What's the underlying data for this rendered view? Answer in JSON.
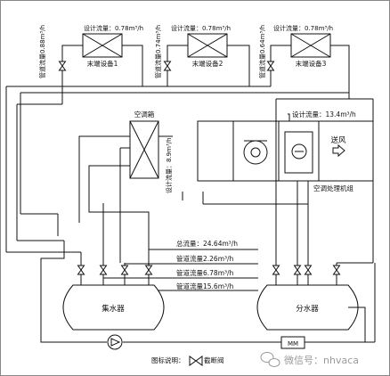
{
  "terminals": [
    {
      "name": "末端设备1",
      "design_flow": "设计流量：0.78m³/h",
      "pipe_flow": "管道流量0.88m³/h"
    },
    {
      "name": "末端设备2",
      "design_flow": "设计流量：0.78m³/h",
      "pipe_flow": "管道流量0.74m³/h"
    },
    {
      "name": "末端设备3",
      "design_flow": "设计流量：0.78m³/h",
      "pipe_flow": "管道流量0.64m³/h"
    }
  ],
  "air_box": {
    "name": "空调箱",
    "design_flow": "设计流量：8.9m³/h"
  },
  "ahu": {
    "name": "空调处理机组",
    "design_flow": "设计流量：13.4m³/h",
    "supply_label": "送风"
  },
  "flows": {
    "total": "总流量：24.64m³/h",
    "pipe1": "管道流量2.26m³/h",
    "pipe2": "管道流量6.78m³/h",
    "pipe3": "管道流量15.6m³/h"
  },
  "collector": "集水器",
  "distributor": "分水器",
  "meter": "MM",
  "legend": {
    "prefix": "图标说明：",
    "valve": "截断阀"
  },
  "watermark": "微信号：nhvaca"
}
